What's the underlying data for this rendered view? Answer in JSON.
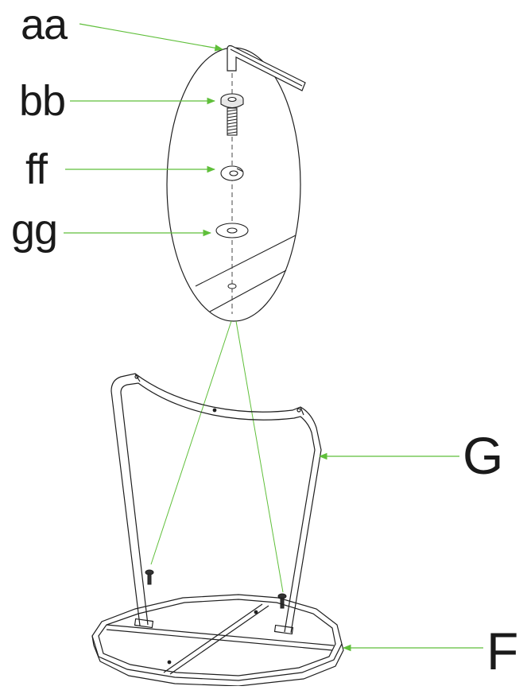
{
  "diagram": {
    "labels": {
      "aa": "aa",
      "bb": "bb",
      "ff": "ff",
      "gg": "gg",
      "G": "G",
      "F": "F"
    },
    "parts": {
      "aa": "allen-key-icon",
      "bb": "bolt-icon",
      "ff": "split-washer-icon",
      "gg": "flat-washer-icon",
      "G": "leg-frame",
      "F": "base-frame"
    },
    "colors": {
      "leader": "#5fbf3a",
      "line": "#1f1f1f",
      "dash": "#444444"
    }
  }
}
